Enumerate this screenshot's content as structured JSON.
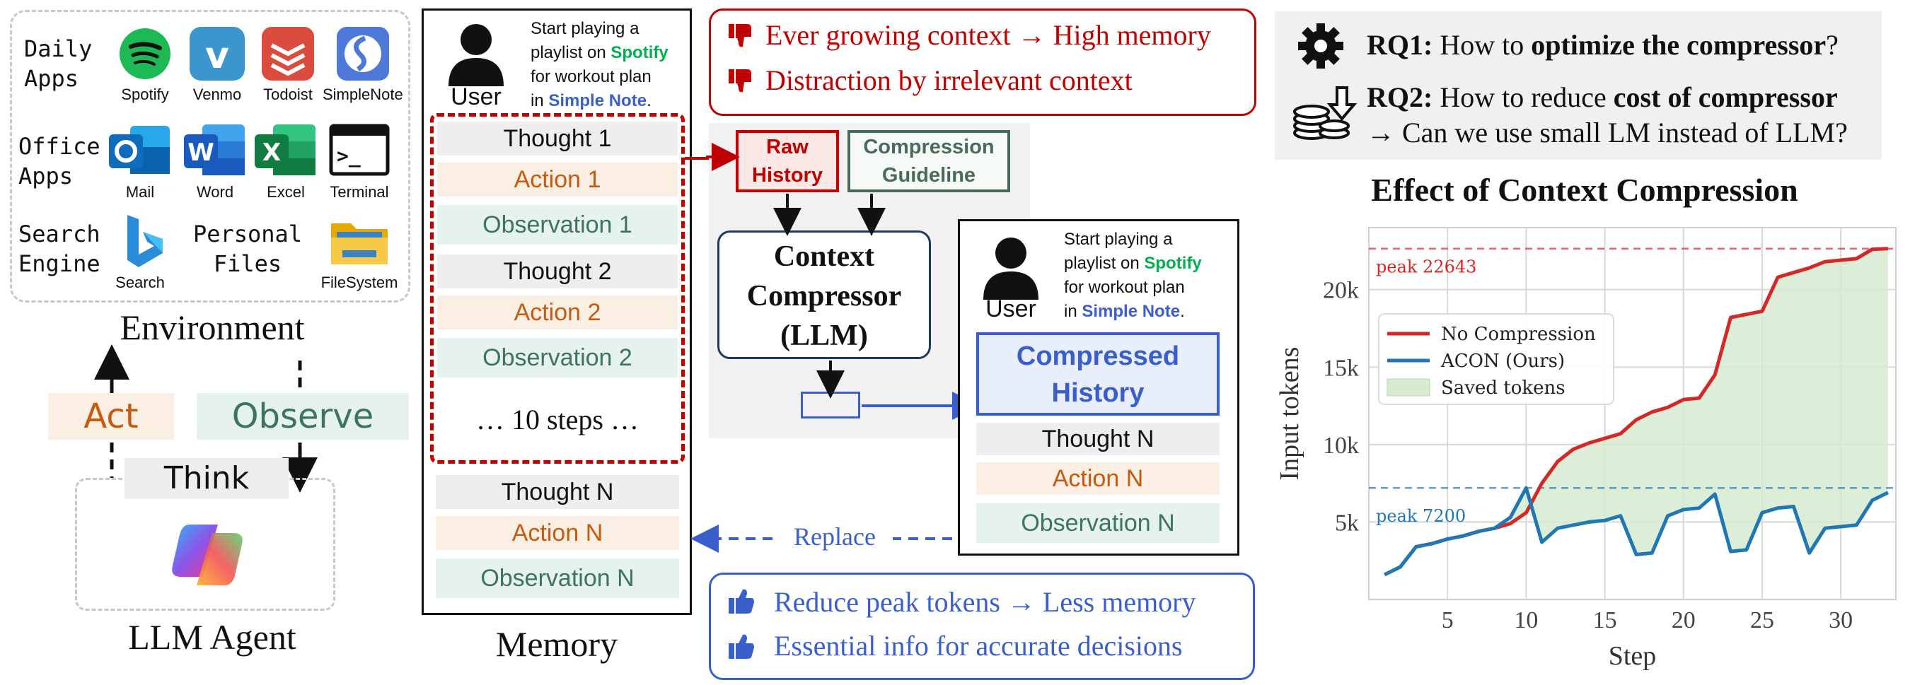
{
  "environment": {
    "title": "Environment",
    "groups": [
      {
        "label": "Daily\nApps",
        "apps": [
          {
            "name": "Spotify",
            "icon": "spotify-icon",
            "color": "#1db954"
          },
          {
            "name": "Venmo",
            "icon": "venmo-icon",
            "color": "#3d95ce"
          },
          {
            "name": "Todoist",
            "icon": "todoist-icon",
            "color": "#db4c3f"
          },
          {
            "name": "SimpleNote",
            "icon": "simplenote-icon",
            "color": "#3361cc"
          }
        ]
      },
      {
        "label": "Office\nApps",
        "apps": [
          {
            "name": "Mail",
            "icon": "outlook-icon",
            "color": "#0f6cbd"
          },
          {
            "name": "Word",
            "icon": "word-icon",
            "color": "#185abd"
          },
          {
            "name": "Excel",
            "icon": "excel-icon",
            "color": "#107c41"
          },
          {
            "name": "Terminal",
            "icon": "terminal-icon",
            "color": "#111111"
          }
        ]
      },
      {
        "label": "Search\nEngine",
        "apps": [
          {
            "name": "Search",
            "icon": "bing-icon",
            "color": "#2a8bd8"
          }
        ]
      },
      {
        "label": "Personal\nFiles",
        "apps": [
          {
            "name": "FileSystem",
            "icon": "folder-icon",
            "color": "#f2b705"
          }
        ]
      }
    ]
  },
  "agent": {
    "act": "Act",
    "observe": "Observe",
    "think": "Think",
    "title": "LLM Agent"
  },
  "memory": {
    "title": "Memory",
    "user_label": "User",
    "user_task": [
      "Start playing a",
      "playlist on ",
      "Spotify",
      "for workout plan",
      "in ",
      "Simple Note",
      "."
    ],
    "steps": [
      "Thought 1",
      "Action 1",
      "Observation 1",
      "Thought 2",
      "Action 2",
      "Observation 2"
    ],
    "ellipsis": "… 10 steps …",
    "tail": [
      "Thought N",
      "Action N",
      "Observation N"
    ]
  },
  "problems": [
    "Ever growing context → High memory",
    "Distraction by irrelevant context"
  ],
  "compressor": {
    "raw_history": "Raw\nHistory",
    "guideline": "Compression\nGuideline",
    "title": "Context\nCompressor\n(LLM)"
  },
  "compressed": {
    "user_label": "User",
    "history": "Compressed\nHistory",
    "steps": [
      "Thought N",
      "Action N",
      "Observation N"
    ]
  },
  "replace_label": "Replace",
  "benefits": [
    "Reduce peak tokens → Less memory",
    "Essential info for accurate decisions"
  ],
  "rq": {
    "rq1_label": "RQ1:",
    "rq1_pre": " How to ",
    "rq1_bold": "optimize the compressor",
    "rq1_post": "?",
    "rq2_label": "RQ2:",
    "rq2_pre": " How to reduce ",
    "rq2_bold": "cost of compressor",
    "rq2_line2": "→ Can we use small LM instead of LLM?"
  },
  "colors": {
    "red": "#c00000",
    "blue": "#3a5fcd",
    "green": "#00b050",
    "dark_green": "#4a6b5c",
    "series_red": "#d62728",
    "series_blue": "#1f77b4",
    "fill_green": "#d6ebd0"
  },
  "chart_data": {
    "type": "line",
    "title": "Effect of Context Compression",
    "xlabel": "Step",
    "ylabel": "Input tokens",
    "xlim": [
      0,
      33.5
    ],
    "ylim": [
      0,
      24000
    ],
    "xticks": [
      5,
      10,
      15,
      20,
      25,
      30
    ],
    "yticks": [
      5000,
      10000,
      15000,
      20000
    ],
    "ytick_labels": [
      "5k",
      "10k",
      "15k",
      "20k"
    ],
    "grid": true,
    "legend_position": "upper-left",
    "legend": [
      "No Compression",
      "ACON (Ours)",
      "Saved tokens"
    ],
    "peak_labels": [
      "peak 22643",
      "peak 7200"
    ],
    "peaks": [
      22643,
      7200
    ],
    "x": [
      1,
      2,
      3,
      4,
      5,
      6,
      7,
      8,
      9,
      10,
      11,
      12,
      13,
      14,
      15,
      16,
      17,
      18,
      19,
      20,
      21,
      22,
      23,
      24,
      25,
      26,
      27,
      28,
      29,
      30,
      31,
      32,
      33
    ],
    "series": [
      {
        "name": "No Compression",
        "values": [
          1600,
          2100,
          3400,
          3600,
          3900,
          4100,
          4400,
          4600,
          4900,
          5600,
          7500,
          8900,
          9700,
          10100,
          10400,
          10700,
          11600,
          12100,
          12400,
          12900,
          13000,
          14500,
          18200,
          18400,
          18600,
          20800,
          21100,
          21400,
          21800,
          21900,
          22000,
          22600,
          22643
        ]
      },
      {
        "name": "ACON (Ours)",
        "values": [
          1600,
          2100,
          3400,
          3600,
          3900,
          4100,
          4400,
          4600,
          5300,
          7200,
          3700,
          4600,
          4800,
          5000,
          5100,
          5400,
          2900,
          3000,
          5400,
          5800,
          5900,
          6800,
          3100,
          3200,
          5600,
          5900,
          6000,
          3000,
          4600,
          4700,
          4800,
          6400,
          6900
        ]
      }
    ]
  }
}
